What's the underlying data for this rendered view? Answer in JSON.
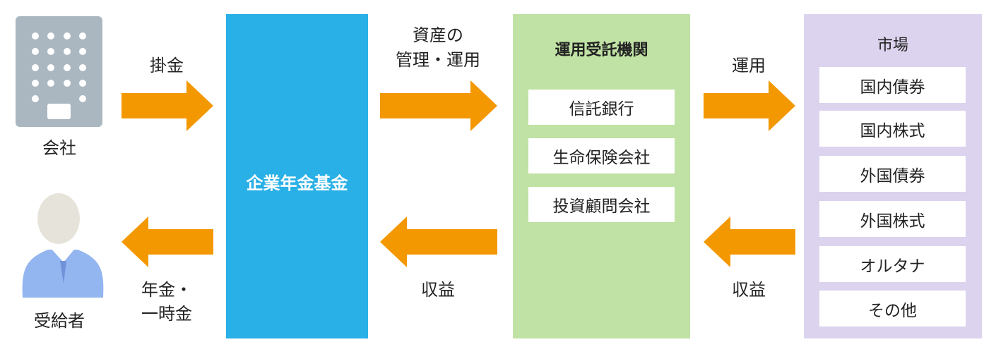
{
  "colors": {
    "arrow": "#f39800",
    "fund": "#29b0e6",
    "trustee": "#c0e2a4",
    "market": "#dcd3ee",
    "building": "#aab7c0",
    "person_body": "#93b5f0",
    "person_head": "#e6e4da"
  },
  "company": {
    "label": "会社",
    "icon": "building-icon"
  },
  "recipient": {
    "label": "受給者",
    "icon": "person-icon"
  },
  "flows": {
    "contribution": "掛金",
    "pension_line1": "年金・",
    "pension_line2": "一時金",
    "asset_line1": "資産の",
    "asset_line2": "管理・運用",
    "return_fund": "収益",
    "investment": "運用",
    "return_market": "収益"
  },
  "fund": {
    "label": "企業年金基金"
  },
  "trustee": {
    "title": "運用受託機関",
    "items": [
      "信託銀行",
      "生命保険会社",
      "投資顧問会社"
    ]
  },
  "market": {
    "title": "市場",
    "items": [
      "国内債券",
      "国内株式",
      "外国債券",
      "外国株式",
      "オルタナ",
      "その他"
    ]
  }
}
